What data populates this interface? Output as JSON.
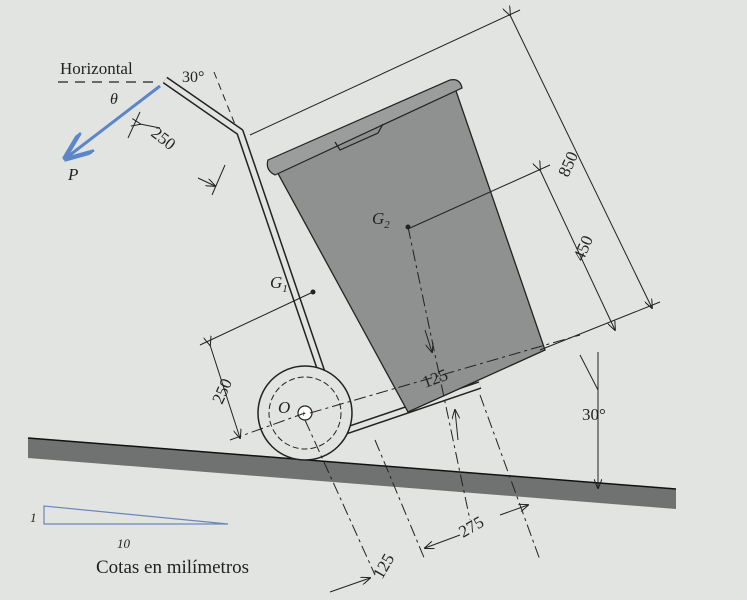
{
  "labels": {
    "horizontal": "Horizontal",
    "theta": "θ",
    "force": "P",
    "handle_angle": "30°",
    "handle_length": "250",
    "total_height": "850",
    "g2_height": "450",
    "g2": "G",
    "g2_sub": "2",
    "g1": "G",
    "g1_sub": "1",
    "g1_height": "250",
    "bin_offset": "125",
    "origin": "O",
    "slope_angle": "30°",
    "dist_125": "125",
    "dist_275": "275",
    "slope_rise": "1",
    "slope_run": "10",
    "units_note": "Cotas en milímetros"
  },
  "colors": {
    "force_arrow": "#5b86c8",
    "bin_fill": "#8e918f",
    "ground_fill": "#6f7270",
    "line": "#1e1e1e"
  }
}
